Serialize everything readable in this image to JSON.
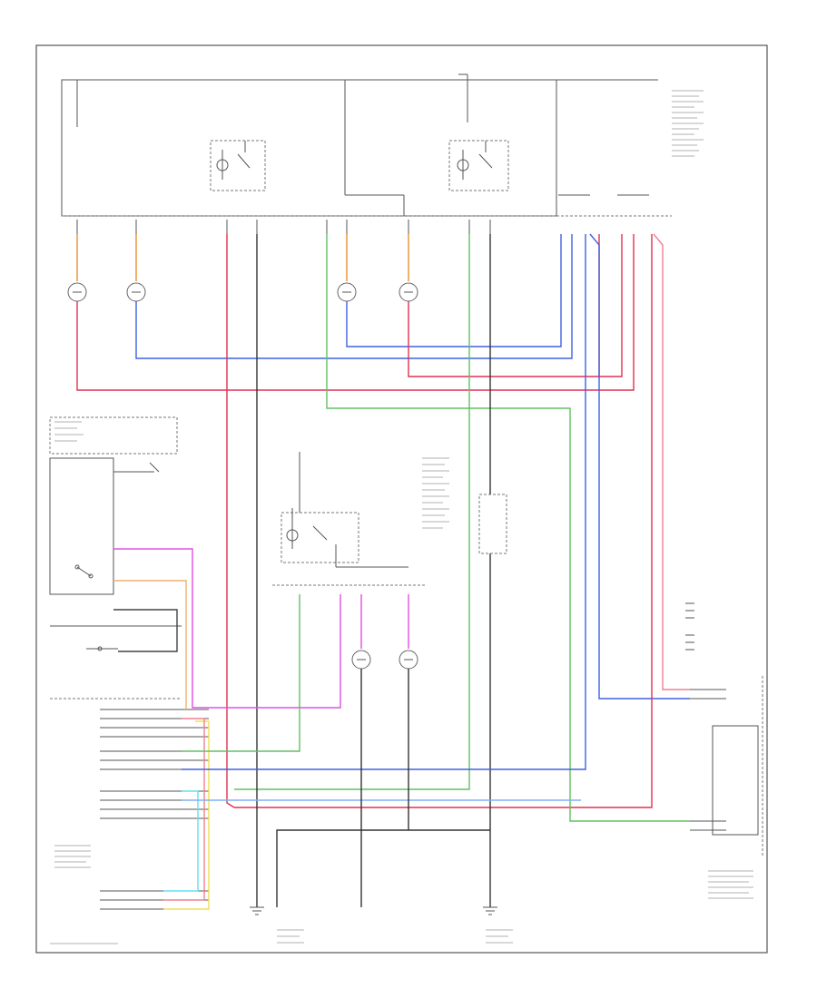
{
  "diagram": {
    "footer_left": "",
    "footer_right": ""
  },
  "colors": {
    "red": "#e03050",
    "pink": "#f08090",
    "orange": "#e89030",
    "blue": "#4060e0",
    "lightblue": "#80b0f0",
    "green": "#60c060",
    "lightgreen": "#a0e0a0",
    "magenta": "#e050e0",
    "yellow": "#f0e050",
    "cyan": "#60e0f0",
    "black": "#333333",
    "gray": "#999999"
  },
  "components": [
    {
      "id": "left-low-headlamp",
      "label": ""
    },
    {
      "id": "left-high-headlamp",
      "label": ""
    },
    {
      "id": "right-low-headlamp",
      "label": ""
    },
    {
      "id": "right-high-headlamp",
      "label": ""
    },
    {
      "id": "left-fog-lamp",
      "label": ""
    },
    {
      "id": "right-fog-lamp",
      "label": ""
    },
    {
      "id": "headlamp-switch",
      "label": ""
    },
    {
      "id": "dimmer-switch",
      "label": ""
    },
    {
      "id": "left-ground",
      "label": ""
    },
    {
      "id": "right-ground",
      "label": ""
    },
    {
      "id": "daytime-running-lamp-module",
      "label": ""
    }
  ]
}
